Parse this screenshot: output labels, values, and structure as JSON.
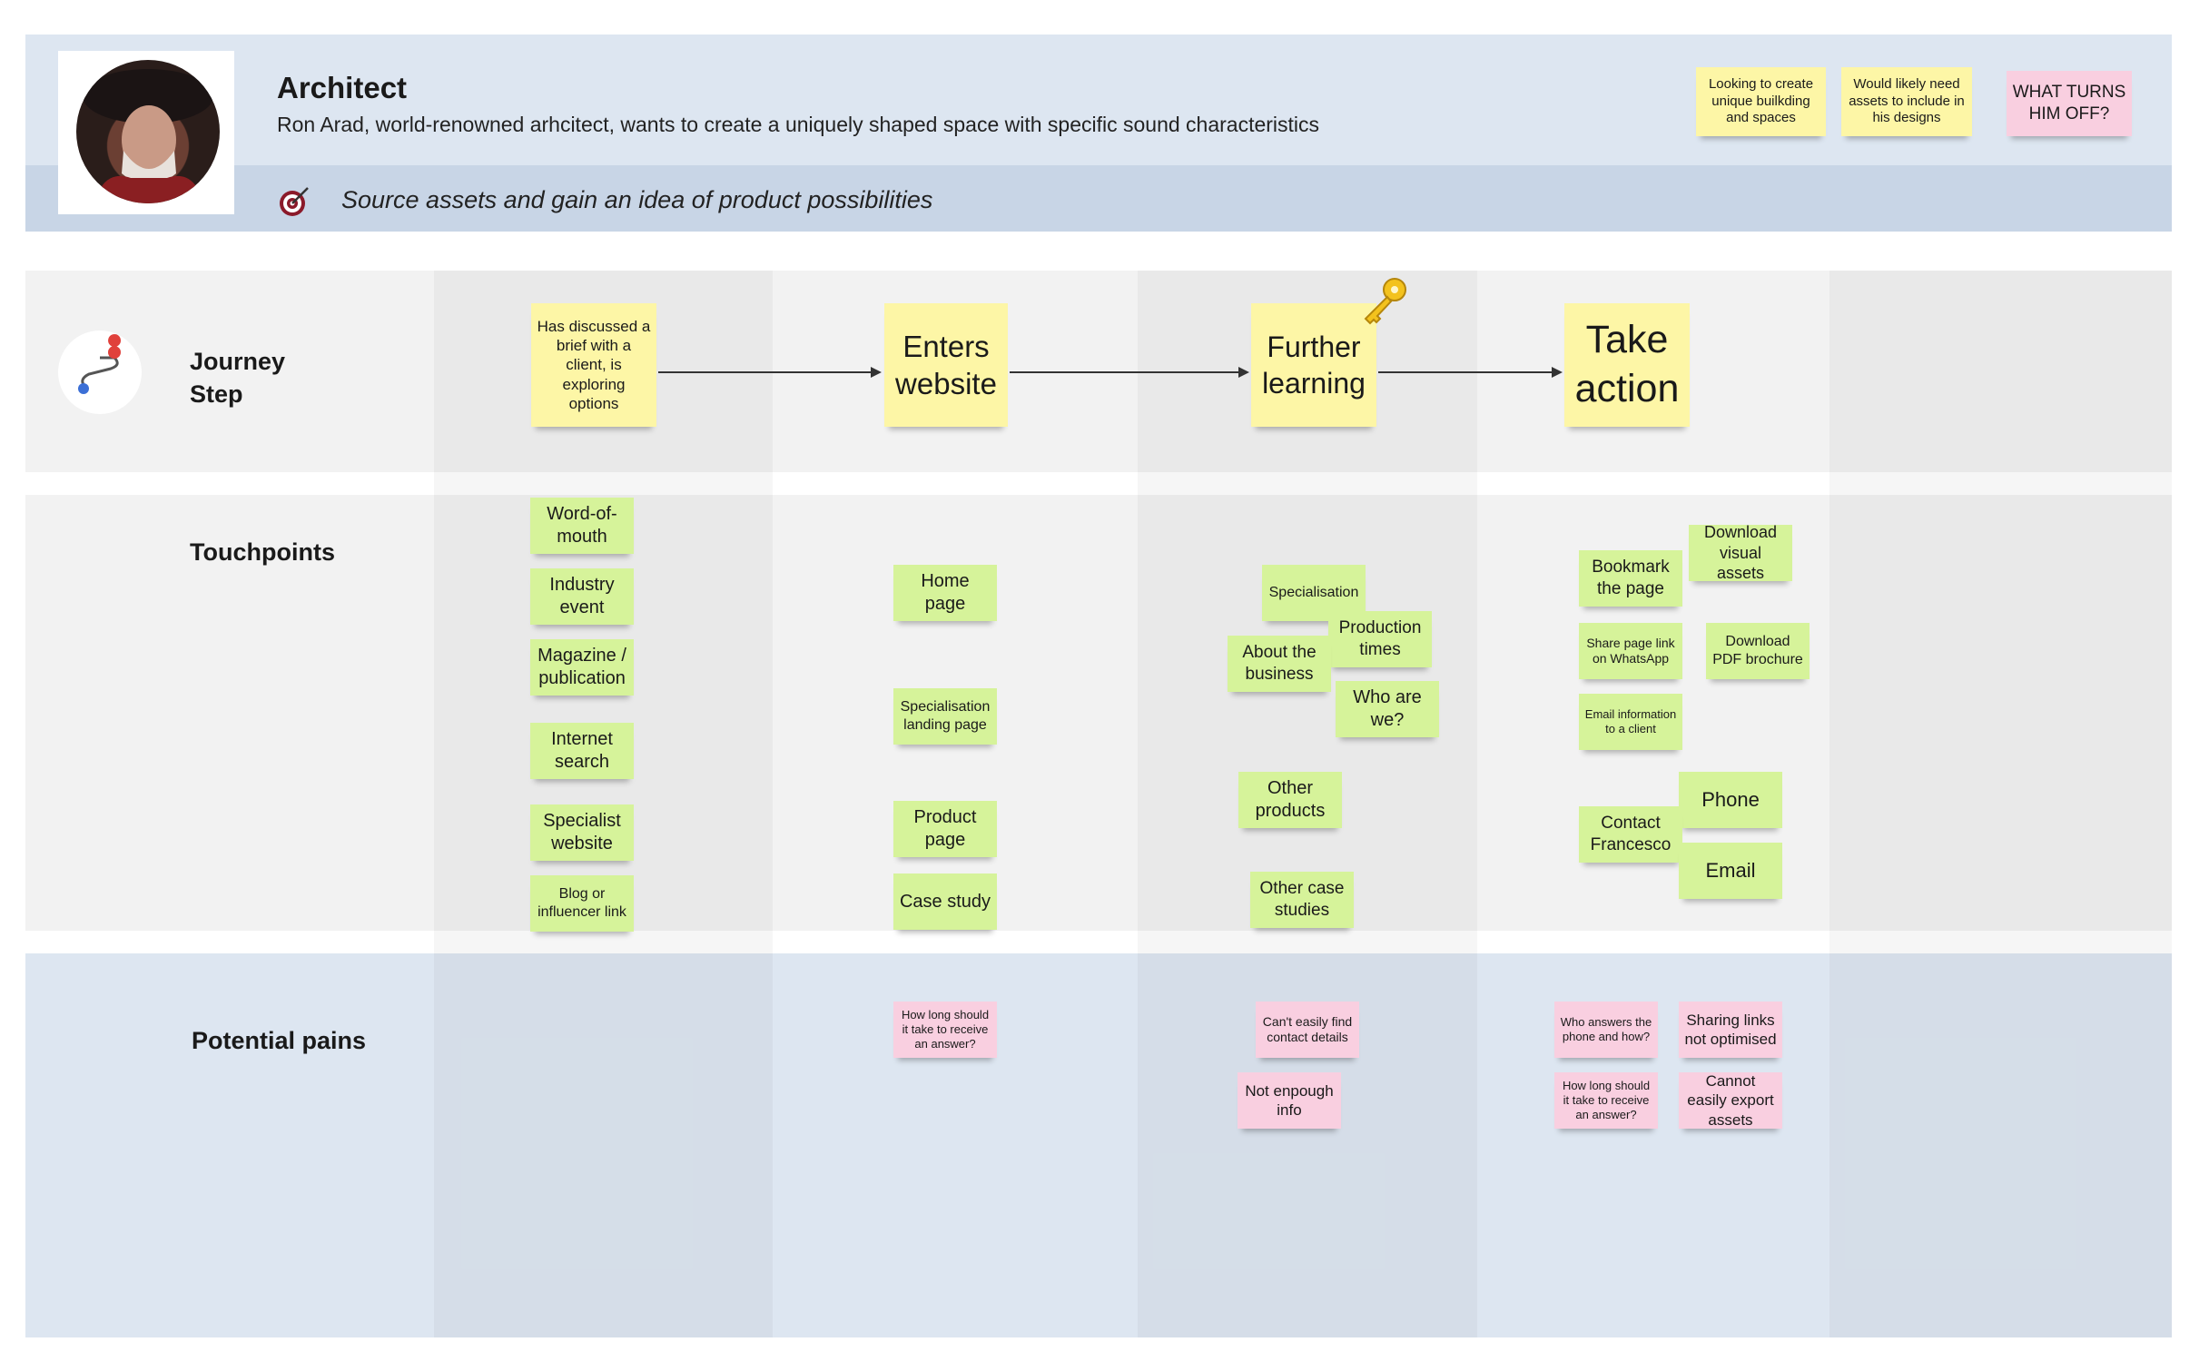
{
  "persona": {
    "name": "Architect",
    "description": "Ron Arad, world-renowned arhcitect, wants to create a uniquely shaped space with specific sound characteristics",
    "goal": "Source assets and gain an idea of product possibilities",
    "motivations": [
      "Looking to create unique builkding and spaces",
      "Would likely need assets to include in his designs"
    ],
    "turn_off": "WHAT TURNS HIM OFF?"
  },
  "rows": {
    "journey": "Journey Step",
    "touchpoints": "Touchpoints",
    "pains": "Potential pains"
  },
  "journey_steps": [
    "Has discussed a brief with a client, is exploring options",
    "Enters website",
    "Further learning",
    "Take action"
  ],
  "touchpoints": {
    "col1": [
      "Word-of-mouth",
      "Industry event",
      "Magazine / publication",
      "Internet search",
      "Specialist website",
      "Blog or influencer link"
    ],
    "col2": [
      "Home page",
      "Specialisation landing page",
      "Product page",
      "Case study"
    ],
    "col3": [
      "Specialisation",
      "Production times",
      "About the business",
      "Who are we?",
      "Other products",
      "Other case studies"
    ],
    "col4": [
      "Download visual assets",
      "Bookmark the page",
      "Share page  link on WhatsApp",
      "Download PDF brochure",
      "Email information to a client",
      "Phone",
      "Contact Francesco",
      "Email"
    ]
  },
  "pains": {
    "col2": [
      "How long should it take to receive an answer?"
    ],
    "col3": [
      "Can't easily find contact details",
      "Not enpough info"
    ],
    "col4": [
      "Who answers the phone and how?",
      "Sharing links not optimised",
      "How long should it take to receive an answer?",
      "Cannot easily export assets"
    ]
  },
  "colors": {
    "yellow_sticky": "#fdf6a6",
    "green_sticky": "#d6f39a",
    "pink_sticky": "#f9cfe0",
    "header_band": "#dde6f1",
    "goal_band": "#c8d5e6"
  },
  "icons": {
    "goal": "target-icon",
    "journey": "route-pin-icon",
    "highlight": "key-icon"
  }
}
